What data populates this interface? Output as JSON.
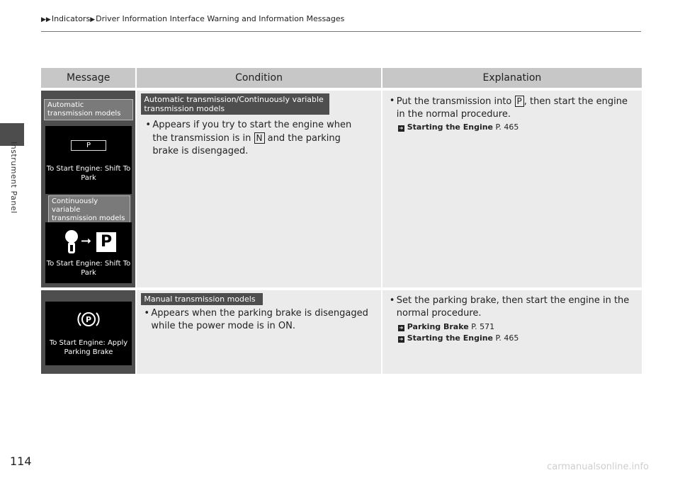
{
  "breadcrumb": {
    "arrow": "▶▶",
    "item1": "Indicators",
    "sep": "▶",
    "item2": "Driver Information Interface Warning and Information Messages"
  },
  "side_label": "Instrument Panel",
  "page_number": "114",
  "watermark": "carmanualsonline.info",
  "table": {
    "headers": [
      "Message",
      "Condition",
      "Explanation"
    ],
    "rows": [
      {
        "msg_tag1": "Automatic transmission models",
        "screen1_p": "P",
        "screen1_text": "To Start Engine: Shift To Park",
        "msg_tag2": "Continuously variable transmission models",
        "screen2_p": "P",
        "screen2_text": "To Start Engine: Shift To Park",
        "cond_tag": "Automatic transmission/Continuously variable transmission models",
        "cond_text_a": "Appears if you try to start the engine when the transmission is in",
        "cond_gear": "N",
        "cond_text_b": "and the parking brake is disengaged.",
        "expl_text_a": "Put the transmission into",
        "expl_gear": "P",
        "expl_text_b": ", then start the engine in the normal procedure.",
        "refs": [
          {
            "title": "Starting the Engine",
            "page": "P. 465"
          }
        ]
      },
      {
        "screen_text": "To Start Engine: Apply Parking Brake",
        "cond_tag": "Manual transmission models",
        "cond_text": "Appears when the parking brake is disengaged while the power mode is in ON.",
        "expl_text": "Set the parking brake, then start the engine in the normal procedure.",
        "refs": [
          {
            "title": "Parking Brake",
            "page": "P. 571"
          },
          {
            "title": "Starting the Engine",
            "page": "P. 465"
          }
        ]
      }
    ]
  }
}
